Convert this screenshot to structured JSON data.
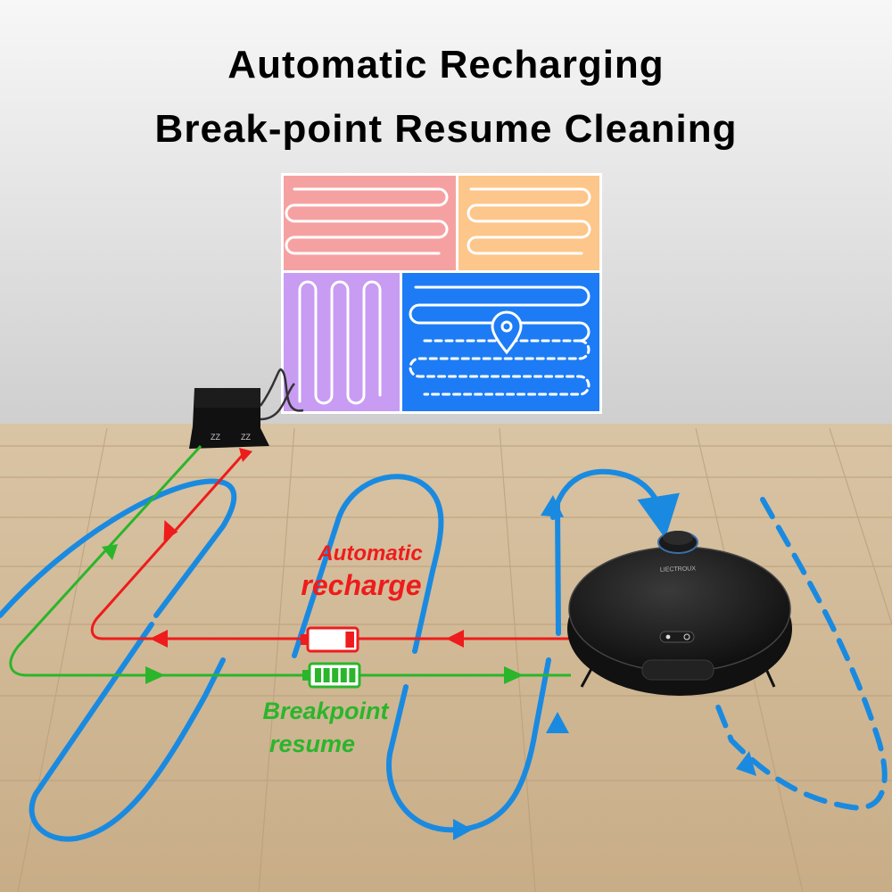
{
  "title": {
    "line1": "Automatic Recharging",
    "line2": "Break-point Resume Cleaning"
  },
  "labels": {
    "recharge_line1": "Automatic",
    "recharge_line2": "recharge",
    "resume_line1": "Breakpoint",
    "resume_line2": "resume"
  },
  "robot_brand": "LIECTROUX",
  "dock_marks": [
    "ZZ",
    "ZZ"
  ],
  "battery": {
    "low_level": 0.2,
    "full_level": 1.0
  },
  "colors": {
    "recharge_path": "#ee1c1c",
    "resume_path": "#2bb52b",
    "cleaning_path": "#1a8ae0",
    "map_room_pink": "#f6a1a1",
    "map_room_orange": "#fdc68a",
    "map_room_purple": "#c79cf2",
    "map_room_blue": "#1d7cf5"
  },
  "icons": [
    "location-pin-icon",
    "battery-low-icon",
    "battery-full-icon"
  ]
}
